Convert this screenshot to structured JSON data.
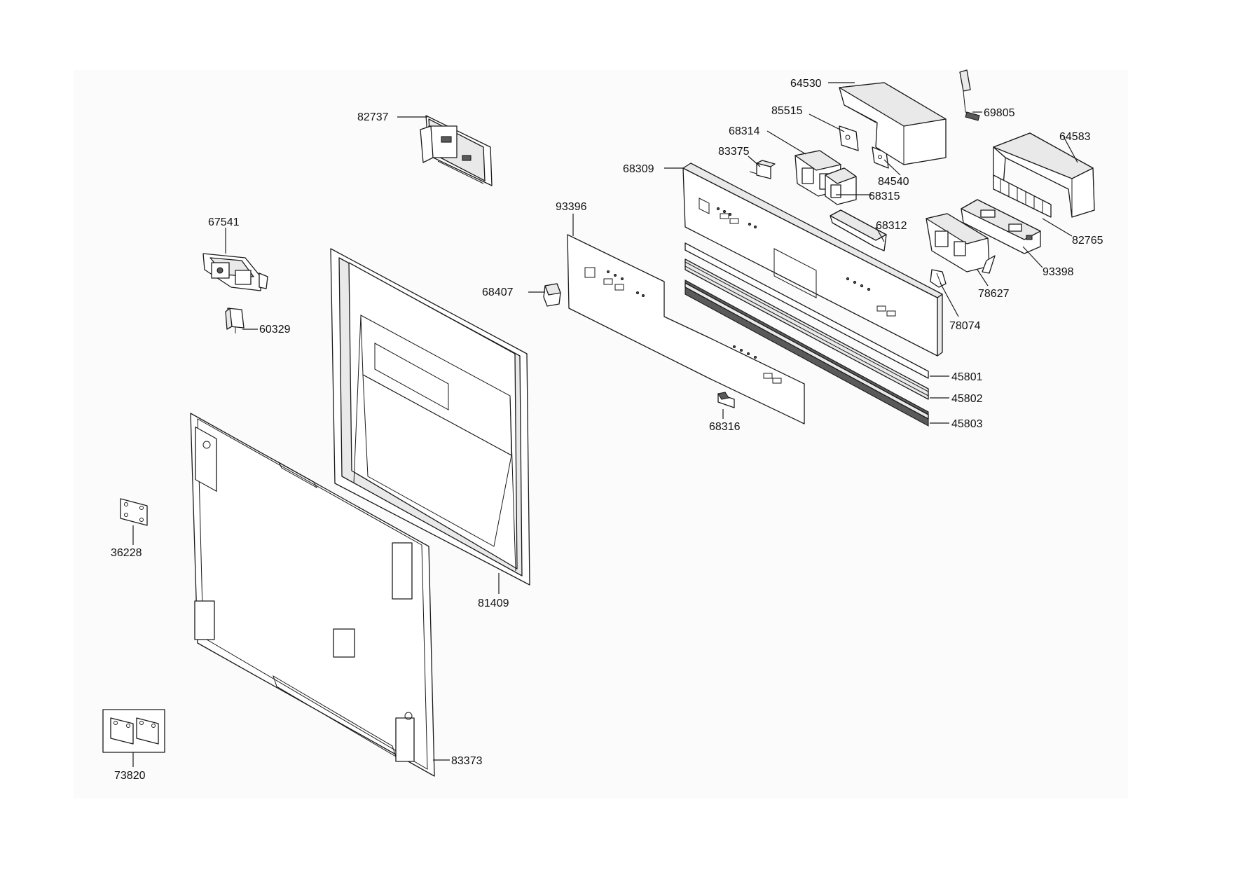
{
  "part_labels": [
    "64530",
    "69805",
    "85515",
    "68314",
    "64583",
    "82737",
    "83375",
    "84540",
    "68309",
    "68315",
    "93396",
    "67541",
    "68312",
    "82765",
    "93398",
    "68407",
    "78627",
    "60329",
    "78074",
    "45801",
    "45802",
    "45803",
    "68316",
    "36228",
    "81409",
    "83373",
    "73820"
  ]
}
